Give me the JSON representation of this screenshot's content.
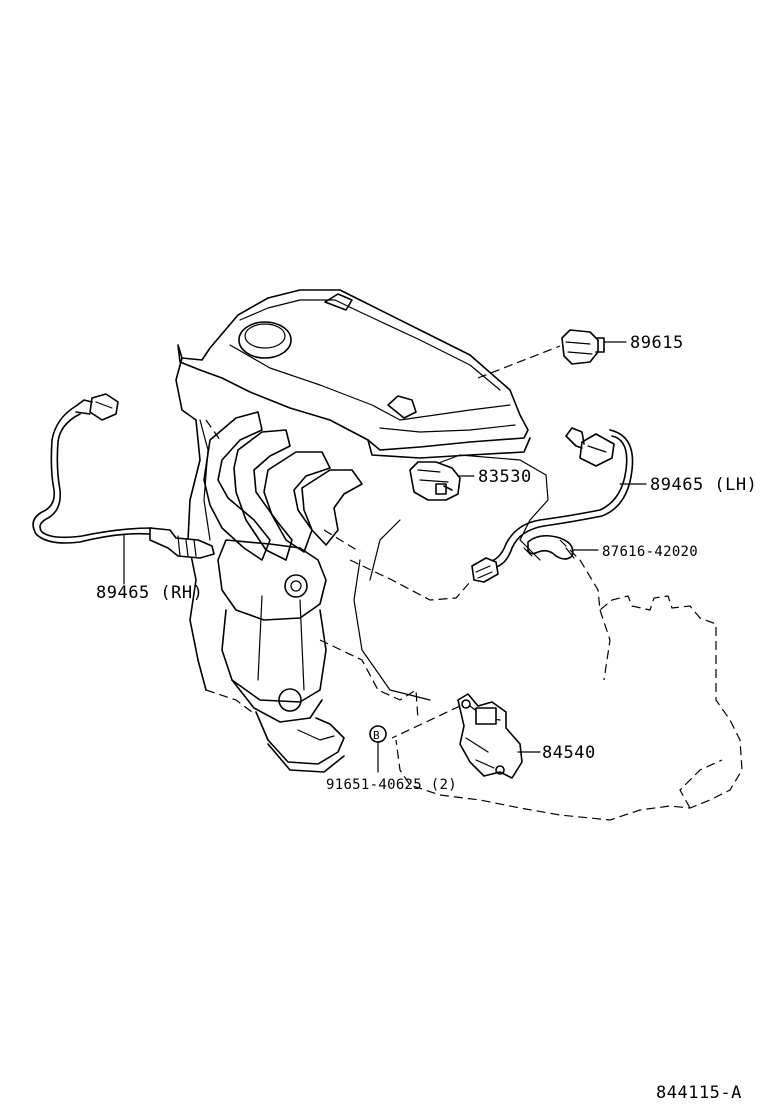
{
  "diagram": {
    "part_labels": {
      "p89615": "89615",
      "p83530": "83530",
      "p89465_lh": "89465 (LH)",
      "p87616": "87616-42020",
      "p89465_rh": "89465 (RH)",
      "p84540": "84540",
      "p91651": "91651-40625 (2)"
    },
    "callout_letter": "B",
    "figure_code": "844115-A"
  }
}
